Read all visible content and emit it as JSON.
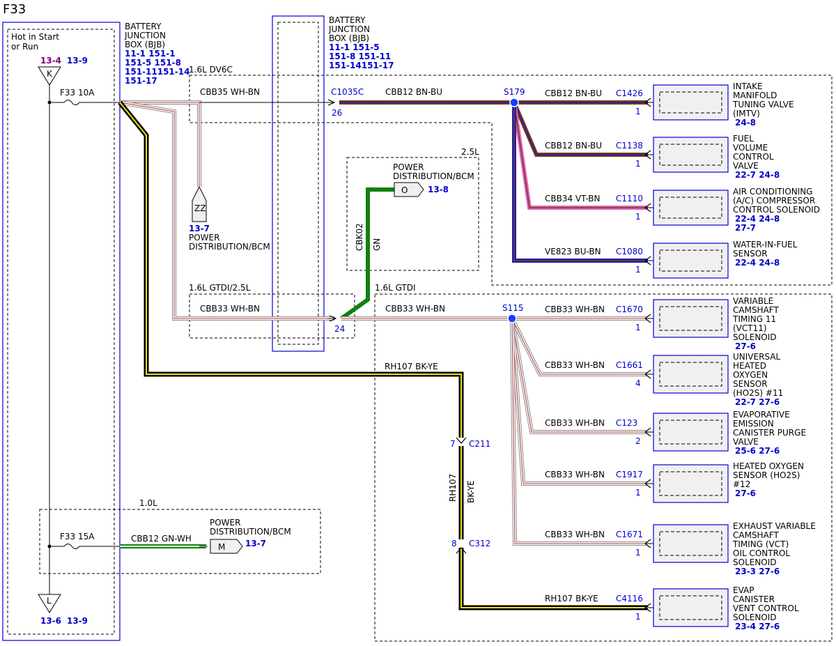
{
  "title": "F33",
  "hot_label": [
    "Hot in Start",
    "or Run"
  ],
  "k_refs": {
    "purple": "13-4",
    "blue": "13-9"
  },
  "k_letter": "K",
  "l_letter": "L",
  "l_refs": [
    "13-6",
    "13-9"
  ],
  "fuse_top": "F33  10A",
  "fuse_bottom": "F33  15A",
  "bjb_left": {
    "name": [
      "BATTERY",
      "JUNCTION",
      "BOX (BJB)"
    ],
    "refs": [
      "11-1  151-1",
      "151-5 151-8",
      "151-11151-14",
      "151-17"
    ]
  },
  "bjb_right": {
    "name": [
      "BATTERY",
      "JUNCTION",
      "BOX (BJB)"
    ],
    "refs": [
      "11-1  151-5",
      "151-8  151-11",
      "151-14151-17"
    ]
  },
  "regions": {
    "dv6c": "1.6L DV6C",
    "l25": "2.5L",
    "gtdi25": "1.6L GTDI/2.5L",
    "gtdi": "1.6L GTDI",
    "l10": "1.0L"
  },
  "zz": {
    "letter": "ZZ",
    "ref": "13-7",
    "label": [
      "POWER",
      "DISTRIBUTION/BCM"
    ]
  },
  "o_conn": {
    "letter": "O",
    "ref": "13-8",
    "label": [
      "POWER",
      "DISTRIBUTION/BCM"
    ]
  },
  "m_conn": {
    "letter": "M",
    "ref": "13-7",
    "label": [
      "POWER",
      "DISTRIBUTION/BCM"
    ]
  },
  "wires": {
    "cbb35": "CBB35  WH-BN",
    "cbb12_main": "CBB12  BN-BU",
    "cbb33_left": "CBB33  WH-BN",
    "cbb33_main": "CBB33  WH-BN",
    "cbk02_circuit": "CBK02",
    "cbk02_color": "GN",
    "rh107_top": "RH107  BK-YE",
    "rh107_v_circuit": "RH107",
    "rh107_v_color": "BK-YE",
    "rh107_bottom": "RH107  BK-YE",
    "cbb12_gnwh": "CBB12  GN-WH"
  },
  "connectors": {
    "c1035c": "C1035C",
    "c1035c_pin": "26",
    "pin24": "24",
    "s179": "S179",
    "s115": "S115",
    "c211": "C211",
    "c211_pin": "7",
    "c312": "C312",
    "c312_pin": "8"
  },
  "components_top": [
    {
      "wire": "CBB12  BN-BU",
      "conn": "C1426",
      "pin": "1",
      "name": [
        "INTAKE",
        "MANIFOLD",
        "TUNING VALVE",
        "(IMTV)"
      ],
      "refs": [
        "24-8"
      ]
    },
    {
      "wire": "CBB12  BN-BU",
      "conn": "C1138",
      "pin": "1",
      "name": [
        "FUEL",
        "VOLUME",
        "CONTROL",
        "VALVE"
      ],
      "refs": [
        "22-7  24-8"
      ]
    },
    {
      "wire": "CBB34  VT-BN",
      "conn": "C1110",
      "pin": "1",
      "name": [
        "AIR CONDITIONING",
        "(A/C) COMPRESSOR",
        "CONTROL SOLENOID"
      ],
      "refs": [
        "22-4  24-8",
        "27-7"
      ]
    },
    {
      "wire": "VE823  BU-BN",
      "conn": "C1080",
      "pin": "1",
      "name": [
        "WATER-IN-FUEL",
        "SENSOR"
      ],
      "refs": [
        "22-4  24-8"
      ]
    }
  ],
  "components_bottom": [
    {
      "wire": "CBB33  WH-BN",
      "conn": "C1670",
      "pin": "1",
      "name": [
        "VARIABLE",
        "CAMSHAFT",
        "TIMING 11",
        "(VCT11)",
        "SOLENOID"
      ],
      "refs": [
        "27-6"
      ]
    },
    {
      "wire": "CBB33  WH-BN",
      "conn": "C1661",
      "pin": "4",
      "name": [
        "UNIVERSAL",
        "HEATED",
        "OXYGEN",
        "SENSOR",
        "(HO2S) #11"
      ],
      "refs": [
        "22-7  27-6"
      ]
    },
    {
      "wire": "CBB33  WH-BN",
      "conn": "C123",
      "pin": "2",
      "name": [
        "EVAPORATIVE",
        "EMISSION",
        "CANISTER PURGE",
        "VALVE"
      ],
      "refs": [
        "25-6  27-6"
      ]
    },
    {
      "wire": "CBB33  WH-BN",
      "conn": "C1917",
      "pin": "1",
      "name": [
        "HEATED OXYGEN",
        "SENSOR (HO2S)",
        "#12"
      ],
      "refs": [
        "27-6"
      ]
    },
    {
      "wire": "CBB33  WH-BN",
      "conn": "C1671",
      "pin": "1",
      "name": [
        "EXHAUST VARIABLE",
        "CAMSHAFT",
        "TIMING (VCT)",
        "OIL CONTROL",
        "SOLENOID"
      ],
      "refs": [
        "23-3  27-6"
      ]
    },
    {
      "wire": "RH107  BK-YE",
      "conn": "C4116",
      "pin": "1",
      "name": [
        "EVAP",
        "CANISTER",
        "VENT CONTROL",
        "SOLENOID"
      ],
      "refs": [
        "23-4  27-6"
      ]
    }
  ],
  "colors": {
    "white_brown": "#a0a0a0",
    "brown": "#7a3a10",
    "blue": "#2020b0",
    "violet": "#e060c0",
    "green": "#108010",
    "yellow": "#e8e020",
    "black": "#000000",
    "link_blue": "#0000cc",
    "purple": "#800080"
  }
}
